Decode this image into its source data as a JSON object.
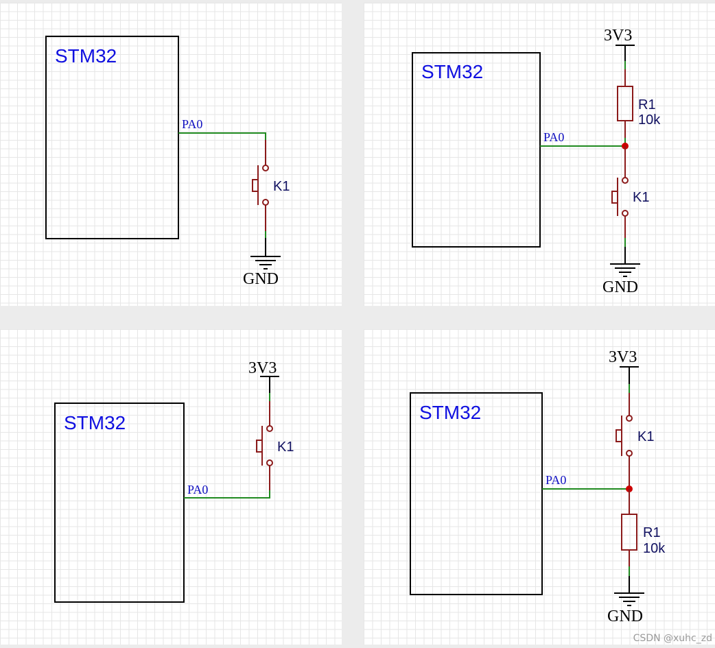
{
  "chip_label": "STM32",
  "pin_label": "PA0",
  "vcc_label": "3V3",
  "gnd_label": "GND",
  "switch_label": "K1",
  "resistor_ref": "R1",
  "resistor_value": "10k",
  "watermark": "CSDN @xuhc_zd",
  "colors": {
    "wire": "#1f8a1f",
    "component": "#8b1a1a",
    "chip_text": "#1010e0",
    "junction": "#cc0000"
  }
}
